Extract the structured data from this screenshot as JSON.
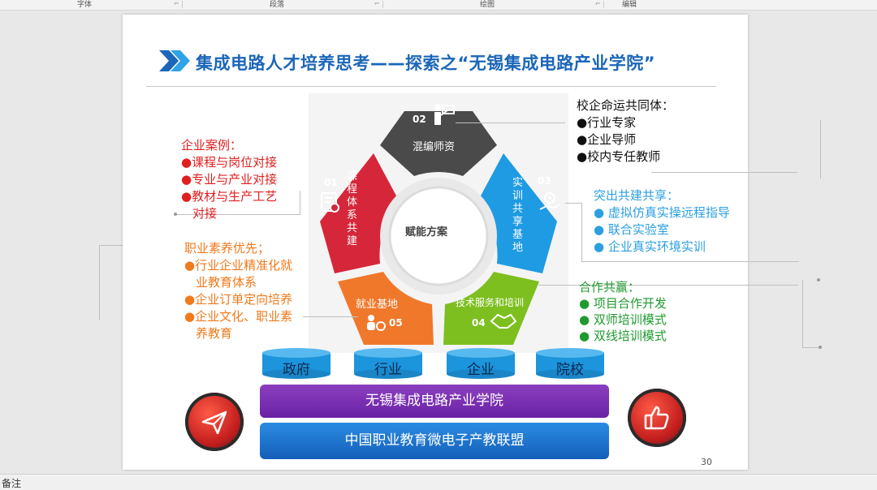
{
  "ribbon": {
    "groups": [
      "字体",
      "段落",
      "绘图",
      "编辑"
    ]
  },
  "slide": {
    "title": "集成电路人才培养思考——探索之“无锡集成电路产业学院”",
    "page_number": "30",
    "accent_color": "#1b66b8"
  },
  "pentagon": {
    "center_label": "赋能方案",
    "segments": [
      {
        "num": "01",
        "label": "课程体系共建",
        "color": "#d6273a"
      },
      {
        "num": "02",
        "label": "混编师资",
        "color": "#4a4a4a"
      },
      {
        "num": "03",
        "label": "实训共享基地",
        "color": "#1e9be3"
      },
      {
        "num": "04",
        "label": "技术服务和培训",
        "color": "#7dbf1f"
      },
      {
        "num": "05",
        "label": "就业基地",
        "color": "#f0782a"
      }
    ]
  },
  "left_top": {
    "heading": "企业案例：",
    "items": [
      "●课程与岗位对接",
      "●专业与产业对接",
      "●教材与生产工艺",
      "对接"
    ]
  },
  "left_bottom": {
    "heading": "职业素养优先；",
    "items": [
      "●行业企业精准化就",
      "业教育体系",
      "●企业订单定向培养",
      "●企业文化、职业素",
      "养教育"
    ]
  },
  "right_top": {
    "heading": "校企命运共同体：",
    "items": [
      "●行业专家",
      "●企业导师",
      "●校内专任教师"
    ]
  },
  "right_mid": {
    "heading": "突出共建共享：",
    "items": [
      "● 虚拟仿真实操远程指导",
      "● 联合实验室",
      "● 企业真实环境实训"
    ]
  },
  "right_bottom": {
    "heading": "合作共赢：",
    "items": [
      "● 项目合作开发",
      "●  双师培训模式",
      "●  双线培训模式"
    ]
  },
  "pillars": [
    "政府",
    "行业",
    "企业",
    "院校"
  ],
  "bars": {
    "upper": "无锡集成电路产业学院",
    "lower": "中国职业教育微电子产教联盟"
  },
  "status_bar": {
    "notes_label": "备注"
  }
}
